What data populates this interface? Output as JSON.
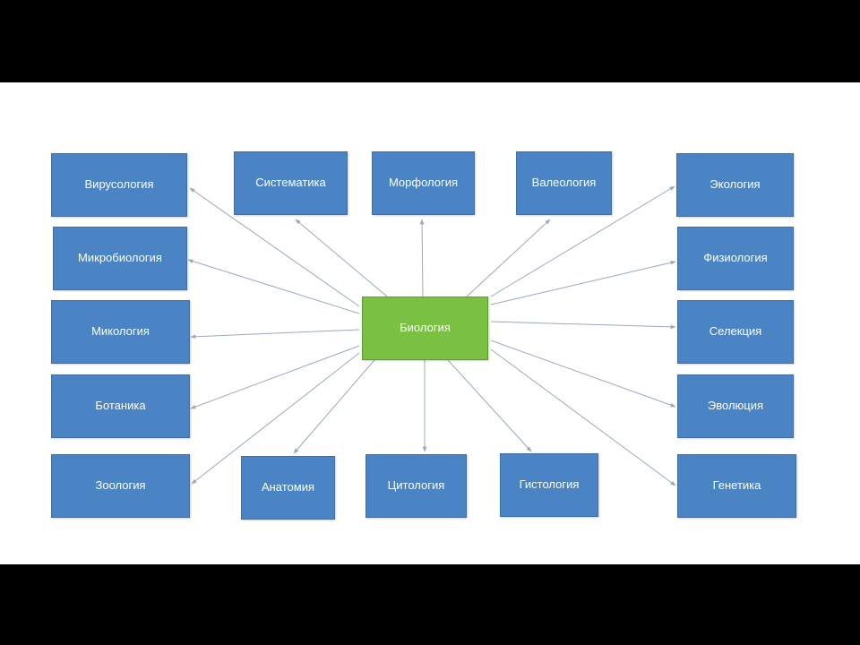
{
  "colors": {
    "leaf_fill": "#4a84c4",
    "center_fill": "#7ac143",
    "line": "#9aa9bd",
    "text": "#ffffff"
  },
  "diagram": {
    "center": {
      "label": "Биология"
    },
    "nodes": [
      {
        "id": "virusology",
        "label": "Вирусология"
      },
      {
        "id": "systematics",
        "label": "Систематика"
      },
      {
        "id": "morphology",
        "label": "Морфология"
      },
      {
        "id": "valeology",
        "label": "Валеология"
      },
      {
        "id": "ecology",
        "label": "Экология"
      },
      {
        "id": "microbiology",
        "label": "Микробиология"
      },
      {
        "id": "physiology",
        "label": "Физиология"
      },
      {
        "id": "mycology",
        "label": "Микология"
      },
      {
        "id": "selection",
        "label": "Селекция"
      },
      {
        "id": "botany",
        "label": "Ботаника"
      },
      {
        "id": "evolution",
        "label": "Эволюция"
      },
      {
        "id": "zoology",
        "label": "Зоология"
      },
      {
        "id": "anatomy",
        "label": "Анатомия"
      },
      {
        "id": "cytology",
        "label": "Цитология"
      },
      {
        "id": "histology",
        "label": "Гистология"
      },
      {
        "id": "genetics",
        "label": "Генетика"
      }
    ]
  }
}
